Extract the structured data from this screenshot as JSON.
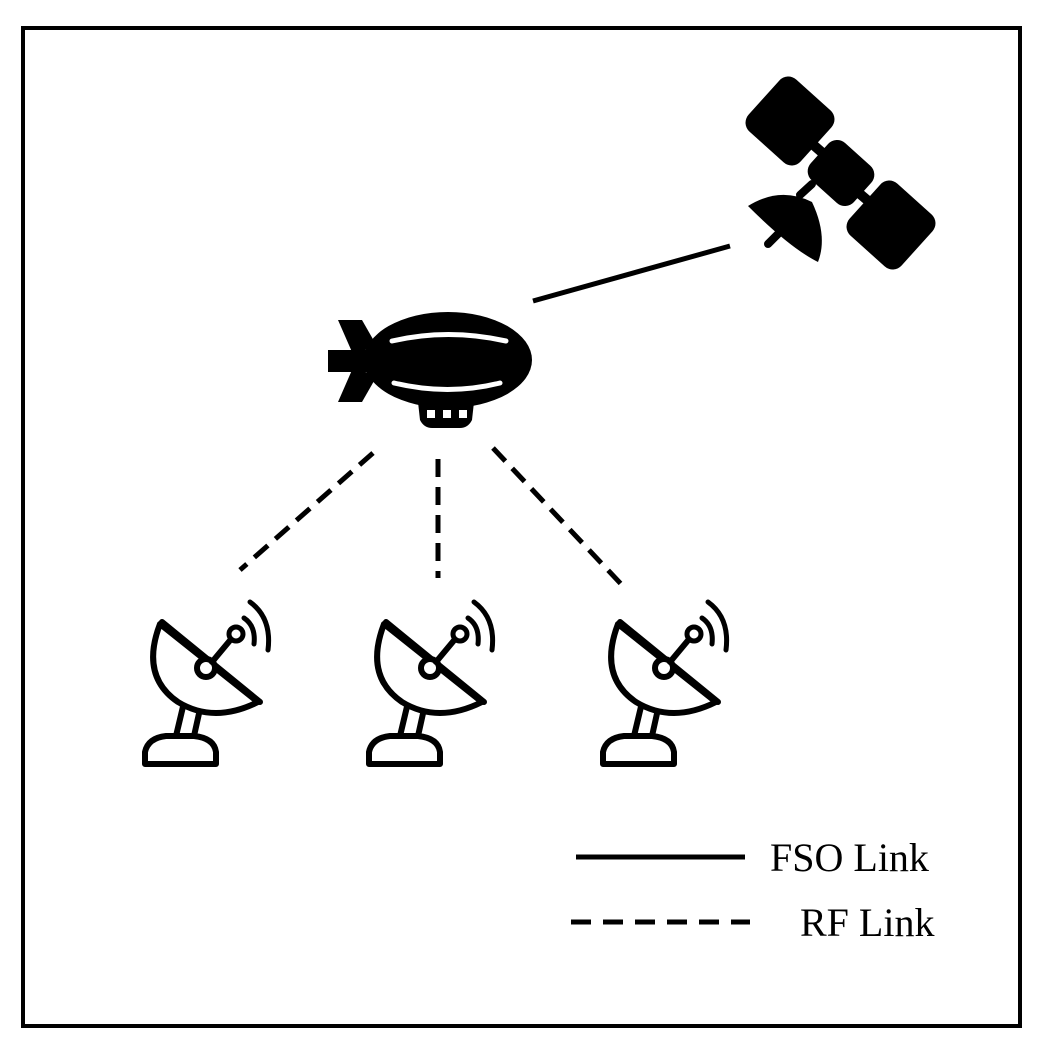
{
  "diagram": {
    "nodes": [
      {
        "id": "satellite",
        "icon": "satellite-icon"
      },
      {
        "id": "airship",
        "icon": "airship-icon"
      },
      {
        "id": "ground-station-1",
        "icon": "satellite-dish-icon"
      },
      {
        "id": "ground-station-2",
        "icon": "satellite-dish-icon"
      },
      {
        "id": "ground-station-3",
        "icon": "satellite-dish-icon"
      }
    ],
    "links": [
      {
        "from": "airship",
        "to": "satellite",
        "type": "FSO"
      },
      {
        "from": "airship",
        "to": "ground-station-1",
        "type": "RF"
      },
      {
        "from": "airship",
        "to": "ground-station-2",
        "type": "RF"
      },
      {
        "from": "airship",
        "to": "ground-station-3",
        "type": "RF"
      }
    ],
    "legend": {
      "fso_label": "FSO Link",
      "rf_label": "RF Link"
    },
    "colors": {
      "ink": "#000000",
      "background": "#ffffff"
    }
  }
}
